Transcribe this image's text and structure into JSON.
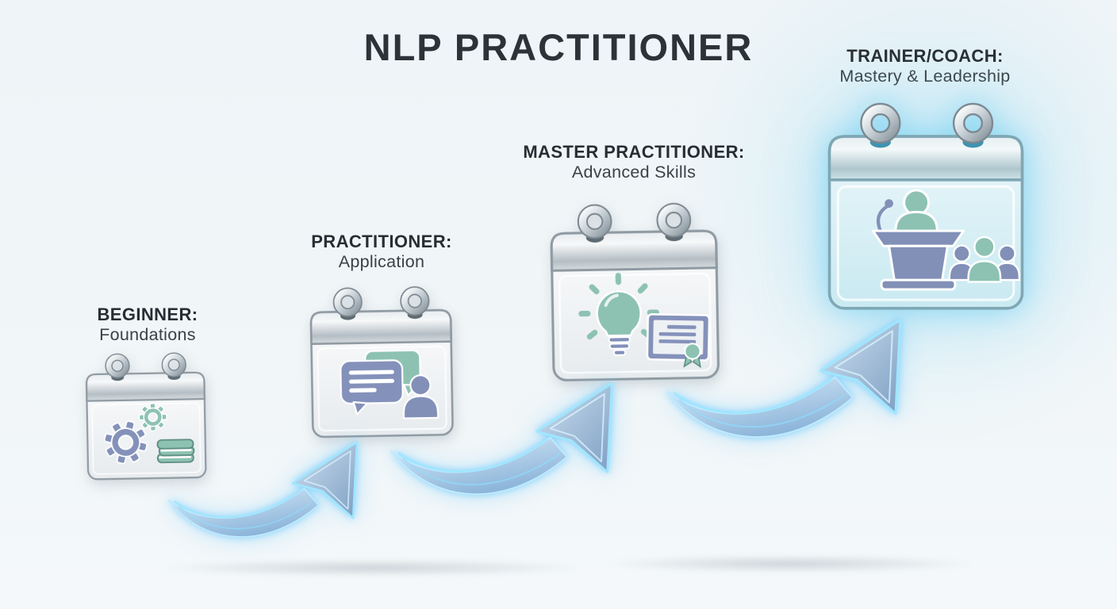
{
  "title": "NLP PRACTITIONER",
  "stages": [
    {
      "name": "beginner",
      "title": "BEGINNER:",
      "subtitle": "Foundations",
      "icon": "gears-and-books-icon"
    },
    {
      "name": "practitioner",
      "title": "PRACTITIONER:",
      "subtitle": "Application",
      "icon": "speech-bubbles-person-icon"
    },
    {
      "name": "master-practitioner",
      "title": "MASTER PRACTITIONER:",
      "subtitle": "Advanced Skills",
      "icon": "lightbulb-certificate-icon"
    },
    {
      "name": "trainer-coach",
      "title": "TRAINER/COACH:",
      "subtitle": "Mastery & Leadership",
      "icon": "podium-speaker-audience-icon",
      "highlighted": true
    }
  ],
  "arrows": {
    "count": 3,
    "style": "curved-ascending-glow",
    "fill": "#9cc3e4",
    "neon_edge": "#9fe6ff"
  },
  "colors": {
    "background": "#eef4f7",
    "title_text": "#2c3338",
    "label_bold": "#272d33",
    "label_regular": "#3a4147",
    "teal": "#93c6b8",
    "blue_gray": "#8593ba",
    "silver": "#c6ced3",
    "highlight_glow": "#9adbef"
  }
}
